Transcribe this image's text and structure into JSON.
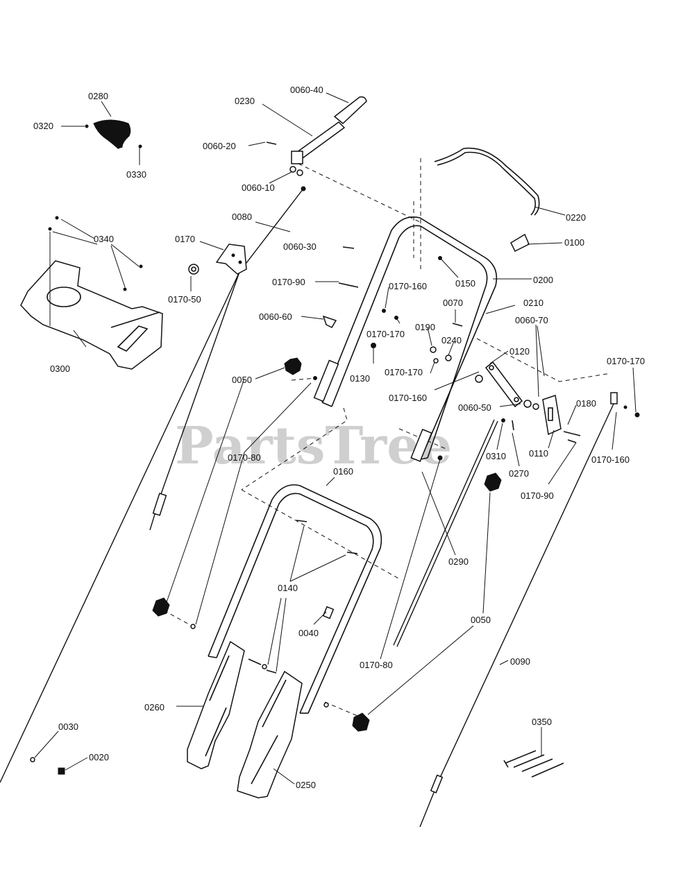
{
  "diagram": {
    "watermark": "PartsTree",
    "part_labels": {
      "p0280": "0280",
      "p0320": "0320",
      "p0330": "0330",
      "p0230": "0230",
      "p0060_40": "0060-40",
      "p0060_20": "0060-20",
      "p0060_10": "0060-10",
      "p0220": "0220",
      "p0340": "0340",
      "p0080": "0080",
      "p0170": "0170",
      "p0170_50": "0170-50",
      "p0060_30": "0060-30",
      "p0100": "0100",
      "p0150": "0150",
      "p0200": "0200",
      "p0170_90a": "0170-90",
      "p0170_160a": "0170-160",
      "p0070": "0070",
      "p0210": "0210",
      "p0060_60": "0060-60",
      "p0170_170a": "0170-170",
      "p0190": "0190",
      "p0060_70": "0060-70",
      "p0240": "0240",
      "p0300": "0300",
      "p0120": "0120",
      "p0170_170b": "0170-170",
      "p0050a": "0050",
      "p0130": "0130",
      "p0170_170c": "0170-170",
      "p0170_160b": "0170-160",
      "p0180": "0180",
      "p0060_50": "0060-50",
      "p0170_80a": "0170-80",
      "p0310": "0310",
      "p0110": "0110",
      "p0170_160c": "0170-160",
      "p0270": "0270",
      "p0160": "0160",
      "p0170_90b": "0170-90",
      "p0290": "0290",
      "p0140": "0140",
      "p0050b": "0050",
      "p0040": "0040",
      "p0090": "0090",
      "p0170_80b": "0170-80",
      "p0260": "0260",
      "p0350": "0350",
      "p0030": "0030",
      "p0020": "0020",
      "p0250": "0250"
    }
  }
}
